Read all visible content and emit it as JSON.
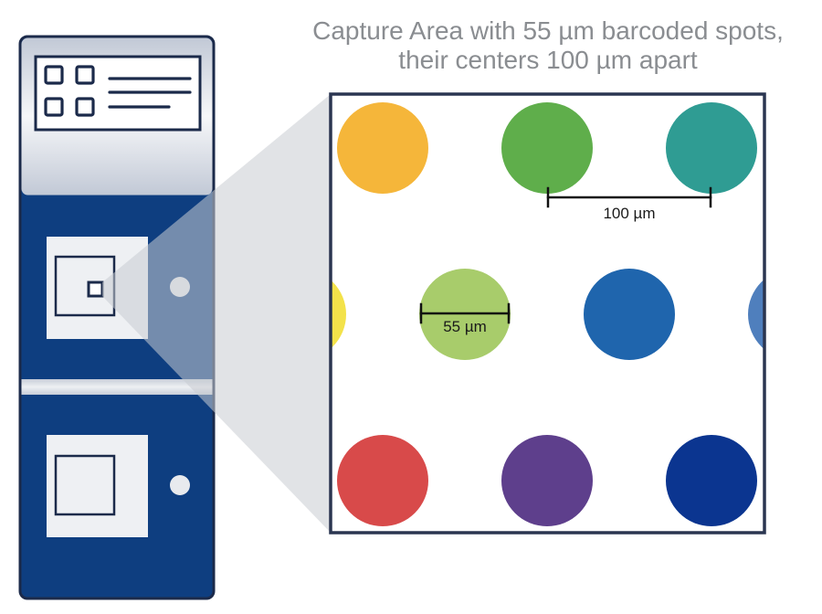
{
  "title": {
    "line1": "Capture Area with 55 µm barcoded spots,",
    "line2": "their centers 100 µm apart"
  },
  "annotations": {
    "spacing_label": "100 µm",
    "diameter_label": "55 µm"
  },
  "colors": {
    "slide_navy": "#0e3e80",
    "slide_outline": "#1b2a4a",
    "zoom_border": "#2a3550",
    "panel_gray": "#dfe1e6"
  },
  "spots": [
    {
      "name": "spot-yellow-orange",
      "color": "#f5b63a",
      "row": 0,
      "col": 0
    },
    {
      "name": "spot-green",
      "color": "#5fae4b",
      "row": 0,
      "col": 1
    },
    {
      "name": "spot-teal",
      "color": "#2f9c93",
      "row": 0,
      "col": 2
    },
    {
      "name": "spot-yellow-partial",
      "color": "#f3e24a",
      "row": 1,
      "col": -0.5
    },
    {
      "name": "spot-light-green",
      "color": "#a8cc6b",
      "row": 1,
      "col": 0.5
    },
    {
      "name": "spot-blue",
      "color": "#1f65ad",
      "row": 1,
      "col": 1.5
    },
    {
      "name": "spot-steel-blue-partial",
      "color": "#4f7fbd",
      "row": 1,
      "col": 2.5
    },
    {
      "name": "spot-red",
      "color": "#d84a4a",
      "row": 2,
      "col": 0
    },
    {
      "name": "spot-purple",
      "color": "#5e3f8c",
      "row": 2,
      "col": 1
    },
    {
      "name": "spot-dark-blue",
      "color": "#0b3590",
      "row": 2,
      "col": 2
    }
  ]
}
